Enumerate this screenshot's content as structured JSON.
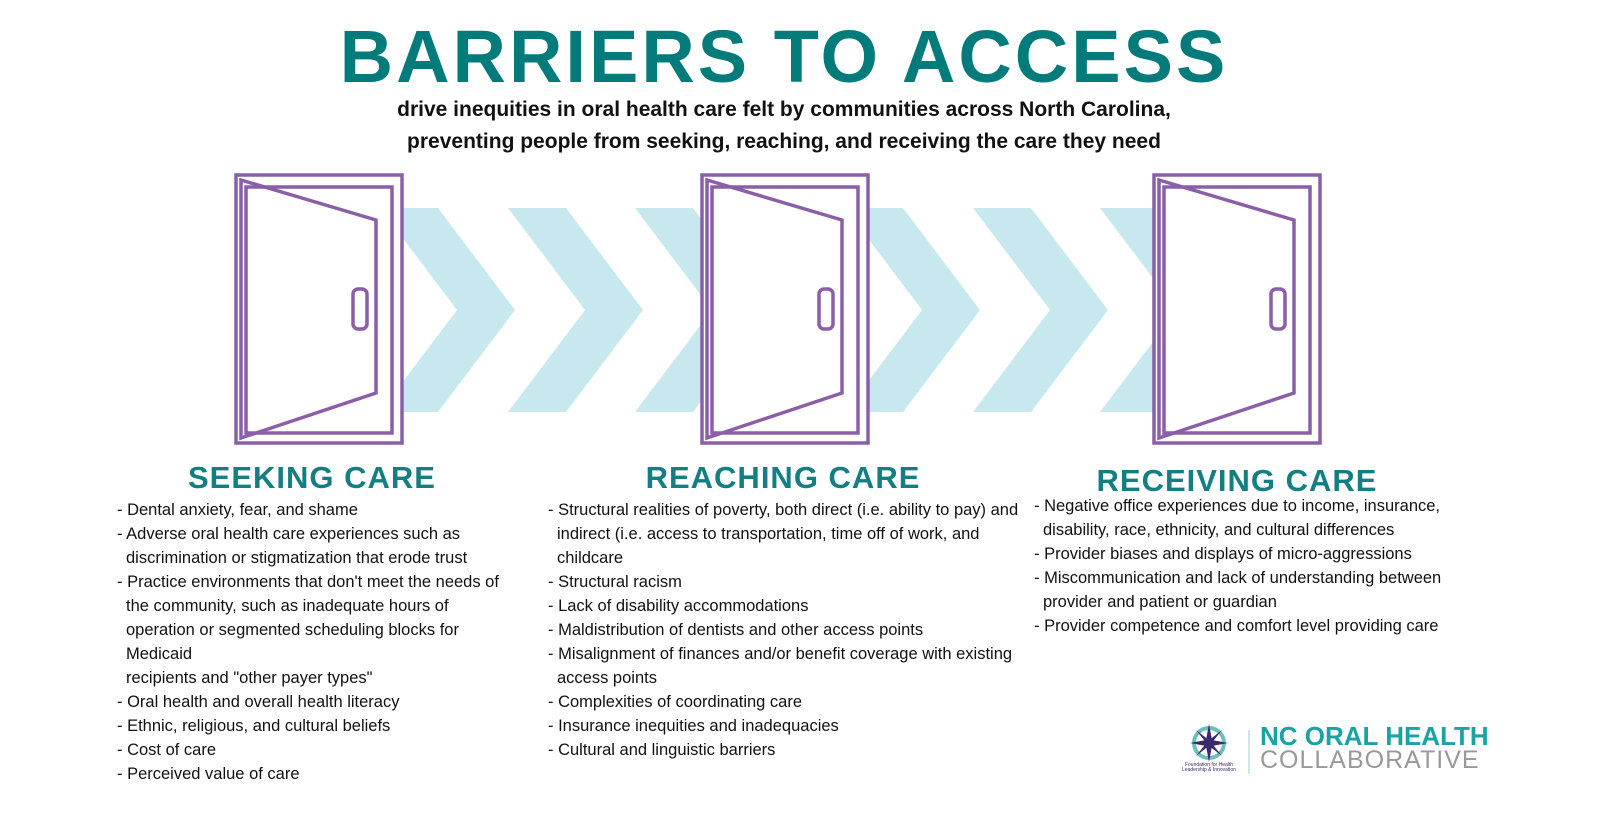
{
  "title": "BARRIERS TO ACCESS",
  "subtitle": [
    "drive inequities in oral health care felt by communities across North Carolina,",
    "preventing people from seeking, reaching, and receiving the care they need"
  ],
  "colors": {
    "title": "#047b7b",
    "door": "#8a5ea8",
    "chevron": "#c8e8f0",
    "heading": "#147f82"
  },
  "stages": [
    {
      "heading": "SEEKING CARE",
      "items": [
        "- Dental anxiety, fear, and shame",
        "- Adverse oral health care experiences such as discrimination or stigmatization that erode trust",
        "- Practice environments that don't meet the needs of the community, such as inadequate hours of operation or segmented scheduling blocks for Medicaid",
        "recipients and \"other payer types\"",
        "- Oral health and overall health literacy",
        "- Ethnic, religious, and cultural beliefs",
        "- Cost of care",
        "- Perceived value of care"
      ]
    },
    {
      "heading": "REACHING CARE",
      "items": [
        "- Structural realities of poverty, both direct (i.e. ability to pay) and indirect (i.e. access to transportation, time off of work, and childcare",
        "- Structural racism",
        "- Lack of disability accommodations",
        "- Maldistribution of dentists and other access points",
        "- Misalignment of finances and/or benefit coverage with existing access points",
        "- Complexities of coordinating care",
        "- Insurance inequities and inadequacies",
        "- Cultural and linguistic barriers"
      ]
    },
    {
      "heading": "RECEIVING CARE",
      "items": [
        "- Negative office experiences due to income, insurance, disability, race, ethnicity, and cultural differences",
        "- Provider biases and displays of micro-aggressions",
        "- Miscommunication and lack of understanding between provider and patient or guardian",
        "- Provider competence and comfort level providing care"
      ]
    }
  ],
  "logo": {
    "line1": "NC ORAL HEALTH",
    "line2": "COLLABORATIVE",
    "foundation": "Foundation for Health Leadership & Innovation"
  }
}
